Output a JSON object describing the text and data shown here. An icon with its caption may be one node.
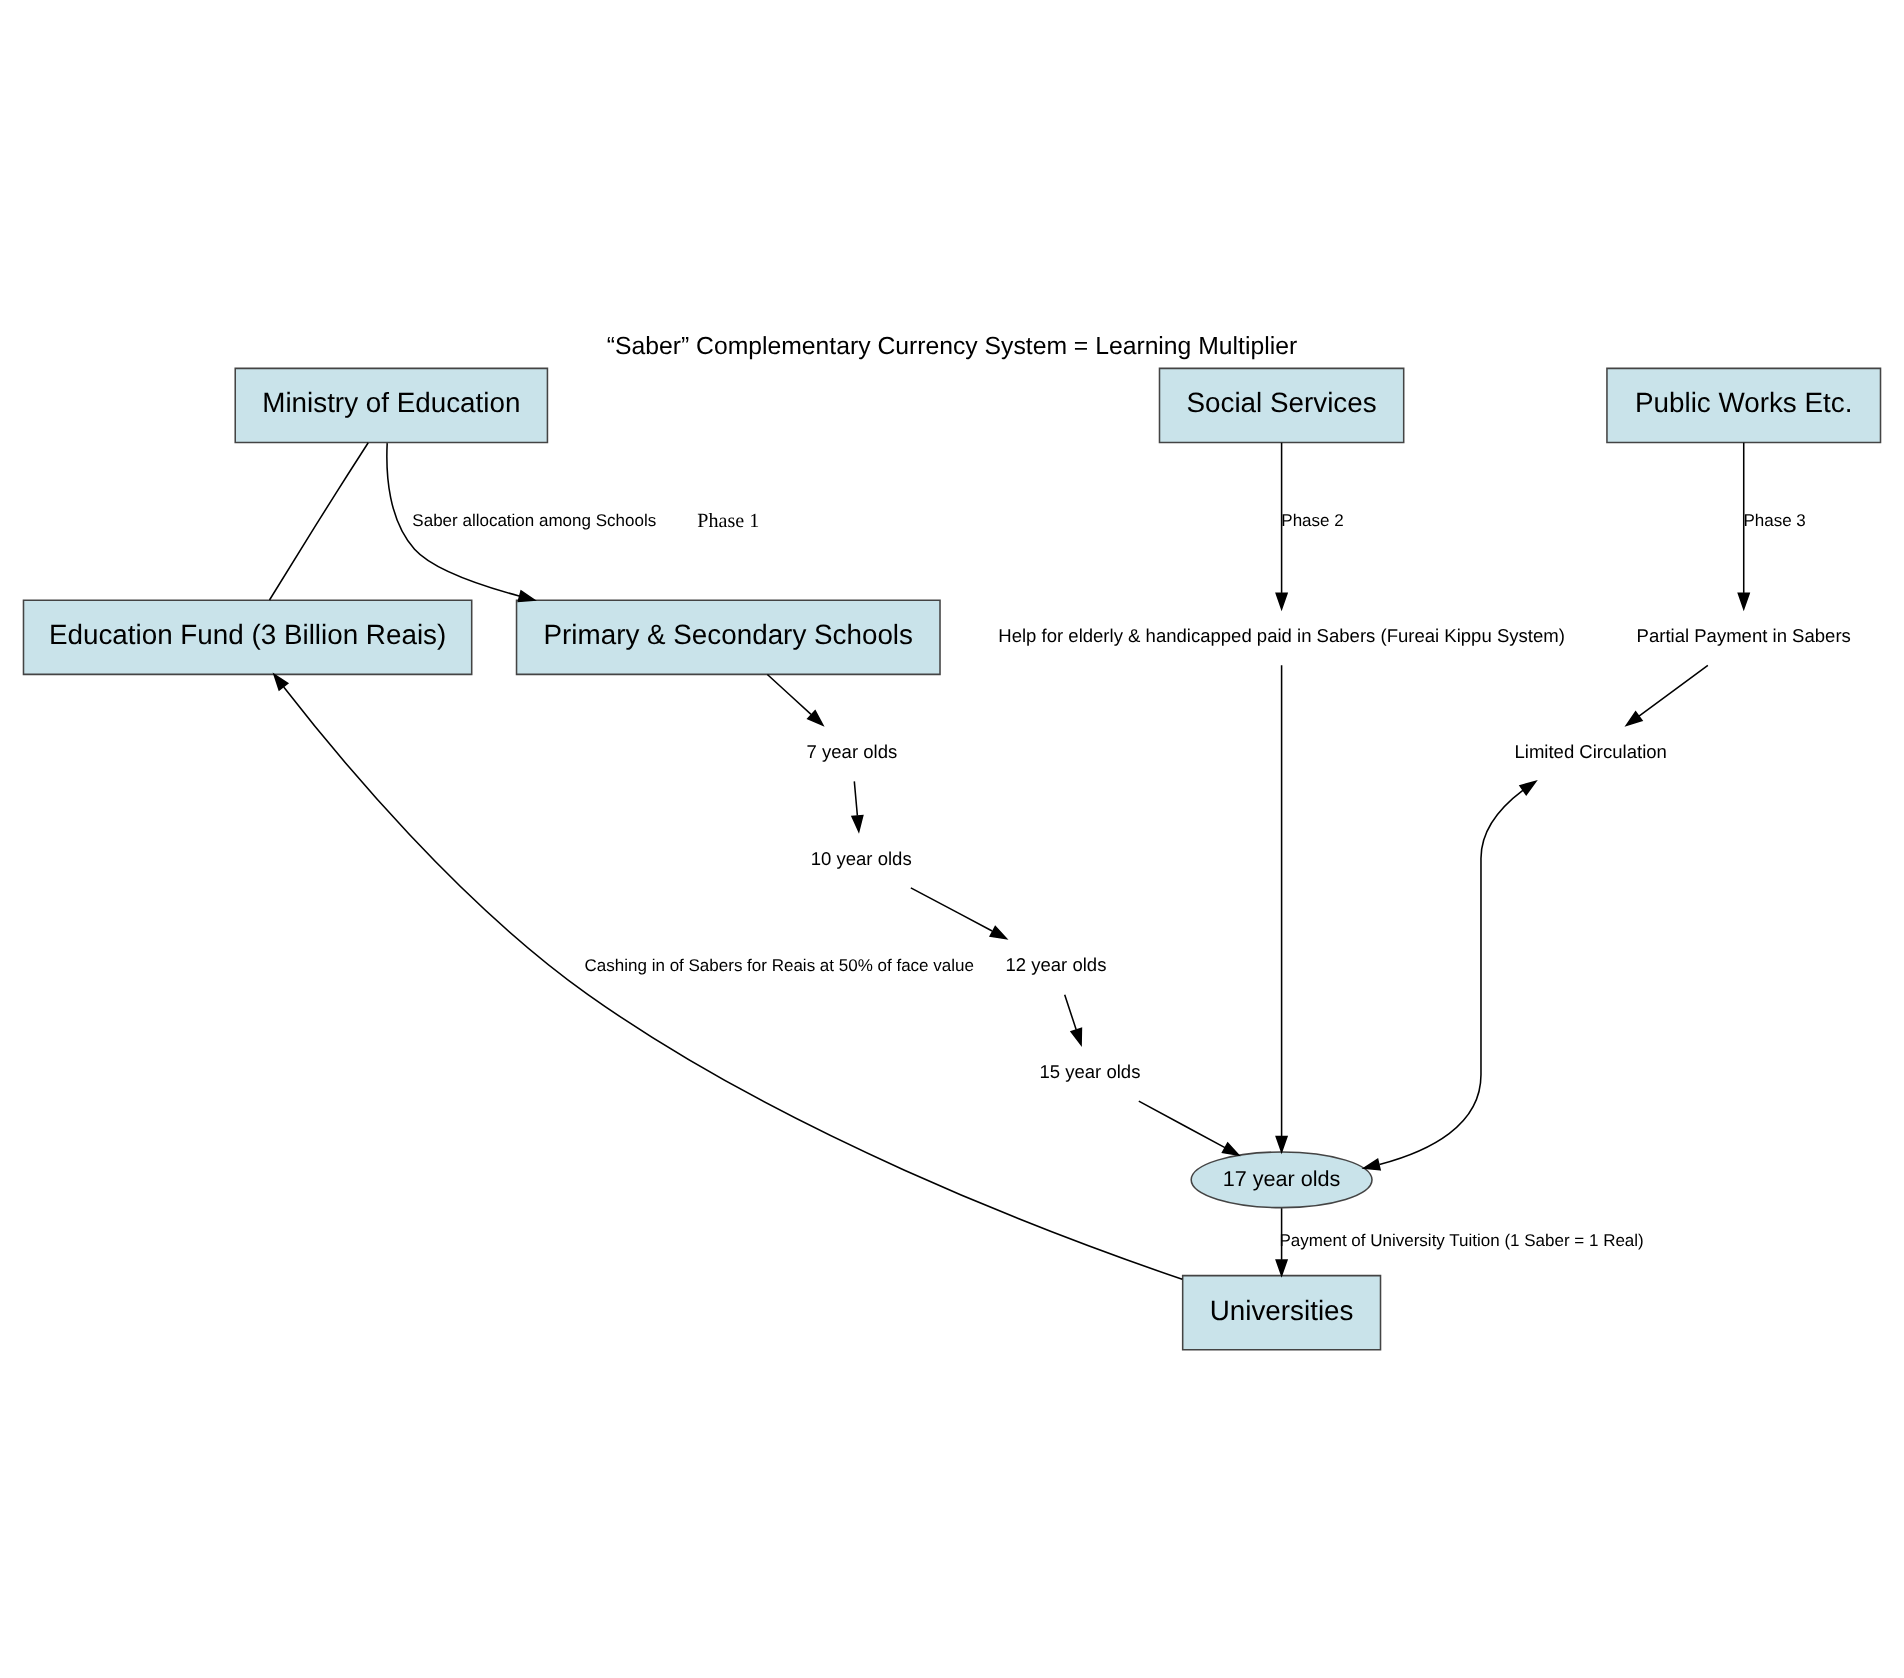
{
  "diagram": {
    "title": "“Saber” Complementary Currency System = Learning Multiplier",
    "nodes": [
      {
        "text": [
          "Ministry of Education"
        ]
      },
      {
        "text": [
          "Social Services"
        ]
      },
      {
        "text": [
          "Public Works Etc."
        ]
      },
      {
        "text": [
          "Education Fund (3 Billion Reais)"
        ]
      },
      {
        "text": [
          "Primary & Secondary Schools"
        ]
      },
      {
        "text": [
          "Help for elderly & handicapped paid in Sabers (Fureai Kippu System)"
        ]
      },
      {
        "text": [
          "Partial Payment in Sabers"
        ]
      },
      {
        "text": [
          "Limited Circulation"
        ]
      },
      {
        "text": [
          "7 year olds"
        ]
      },
      {
        "text": [
          "10 year olds"
        ]
      },
      {
        "text": [
          "12 year olds"
        ]
      },
      {
        "text": [
          "15 year olds"
        ]
      },
      {
        "text": [
          "17 year olds"
        ]
      },
      {
        "text": [
          "Universities"
        ]
      }
    ],
    "edges": [
      {
        "from": 0,
        "to": 3,
        "arrow": "none"
      },
      {
        "from": 0,
        "to": 4,
        "arrow": "to",
        "label": "Saber allocation among Schools"
      },
      {
        "from": 1,
        "to": 5,
        "arrow": "to",
        "label": "Phase 2"
      },
      {
        "from": 2,
        "to": 6,
        "arrow": "to",
        "label": "Phase 3"
      },
      {
        "from": 6,
        "to": 7,
        "arrow": "to"
      },
      {
        "from": 4,
        "to": 8,
        "arrow": "to"
      },
      {
        "from": 8,
        "to": 9,
        "arrow": "to"
      },
      {
        "from": 9,
        "to": 10,
        "arrow": "to"
      },
      {
        "from": 10,
        "to": 11,
        "arrow": "to"
      },
      {
        "from": 11,
        "to": 12,
        "arrow": "to"
      },
      {
        "from": 5,
        "to": 12,
        "arrow": "to"
      },
      {
        "from": 7,
        "to": 12,
        "arrow": "both"
      },
      {
        "from": 12,
        "to": 13,
        "arrow": "to",
        "label": "Payment of University Tuition (1 Saber = 1 Real)"
      },
      {
        "from": 13,
        "to": 3,
        "arrow": "to",
        "label": "Cashing in of Sabers for Reais at 50% of face value"
      }
    ],
    "labels": [
      "Phase 1"
    ]
  }
}
